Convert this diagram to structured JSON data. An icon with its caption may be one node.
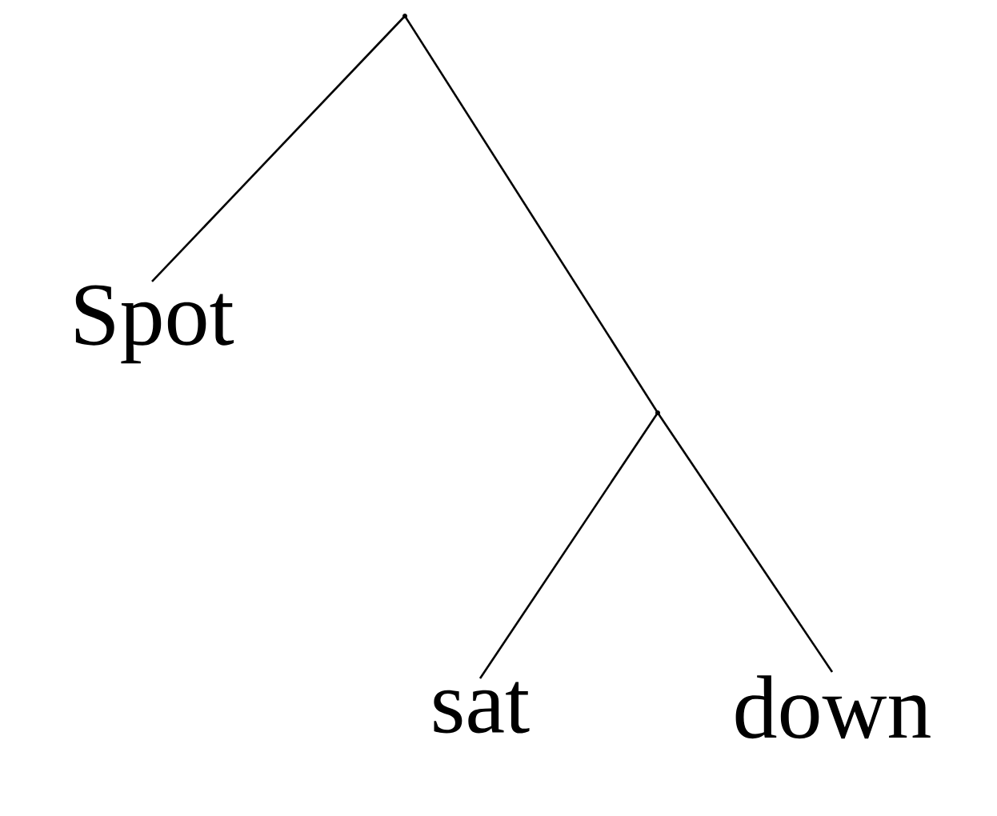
{
  "diagram": {
    "nodes": [
      {
        "text": [],
        "shape": "point"
      },
      {
        "text": [
          "Spot"
        ]
      },
      {
        "text": [],
        "shape": "point"
      },
      {
        "text": [
          "sat"
        ]
      },
      {
        "text": [
          "down"
        ]
      }
    ],
    "edges": [
      {
        "from": 0,
        "to": 1,
        "arrow": "none"
      },
      {
        "from": 0,
        "to": 2,
        "arrow": "none"
      },
      {
        "from": 2,
        "to": 3,
        "arrow": "none"
      },
      {
        "from": 2,
        "to": 4,
        "arrow": "none"
      }
    ]
  }
}
